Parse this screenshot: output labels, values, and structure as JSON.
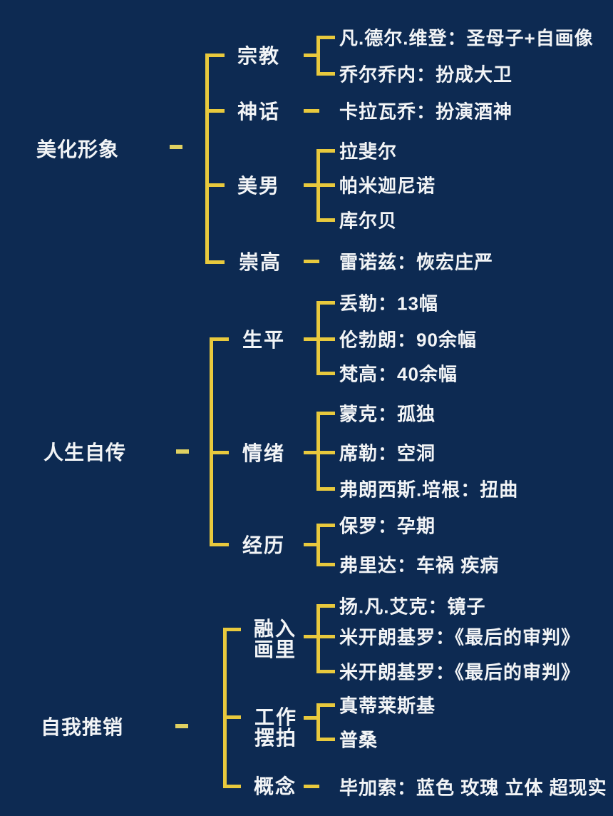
{
  "palette": {
    "bg": "#0d2a52",
    "line": "#e8c93d",
    "dash": "#dfd061",
    "text": "#f2f4f6"
  },
  "tree": {
    "groups": [
      {
        "label": "美化形象",
        "children": [
          {
            "label": "宗教",
            "leaves": [
              "凡.德尔.维登：圣母子+自画像",
              "乔尔乔内：扮成大卫"
            ]
          },
          {
            "label": "神话",
            "leaves": [
              "卡拉瓦乔：扮演酒神"
            ]
          },
          {
            "label": "美男",
            "leaves": [
              "拉斐尔",
              "帕米迦尼诺",
              "库尔贝"
            ]
          },
          {
            "label": "崇高",
            "leaves": [
              "雷诺兹：恢宏庄严"
            ]
          }
        ]
      },
      {
        "label": "人生自传",
        "children": [
          {
            "label": "生平",
            "leaves": [
              "丢勒：13幅",
              "伦勃朗：90余幅",
              "梵高：40余幅"
            ]
          },
          {
            "label": "情绪",
            "leaves": [
              "蒙克：孤独",
              "席勒：空洞",
              "弗朗西斯.培根：扭曲"
            ]
          },
          {
            "label": "经历",
            "leaves": [
              "保罗：孕期",
              "弗里达：车祸 疾病"
            ]
          }
        ]
      },
      {
        "label": "自我推销",
        "children": [
          {
            "label": "融入\n画里",
            "leaves": [
              "扬.凡.艾克：镜子",
              "米开朗基罗：《最后的审判》",
              "米开朗基罗：《最后的审判》"
            ]
          },
          {
            "label": "工作\n摆拍",
            "leaves": [
              "真蒂莱斯基",
              "普桑"
            ]
          },
          {
            "label": "概念",
            "leaves": [
              "毕加索：蓝色 玫瑰 立体 超现实"
            ]
          }
        ]
      }
    ]
  }
}
